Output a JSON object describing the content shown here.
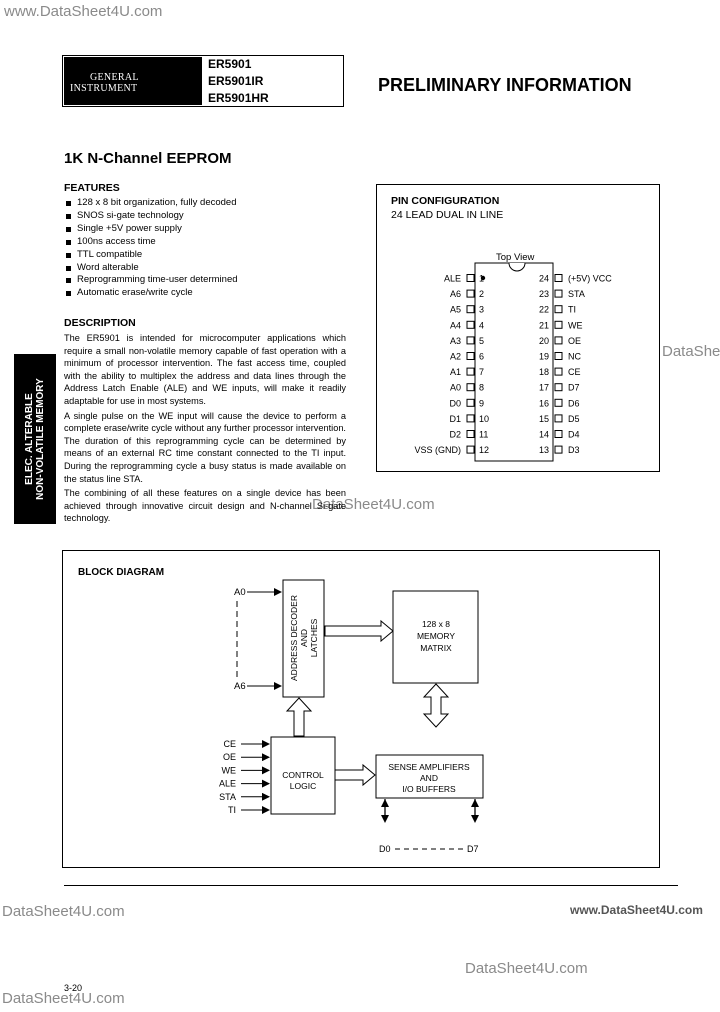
{
  "watermarks": {
    "top": "www.DataSheet4U.com",
    "right": "DataSheet",
    "middle": "DataSheet4U.com",
    "bottom_left": "DataSheet4U.com",
    "bottom_right": "www.DataSheet4U.com",
    "bottom_center": "DataSheet4U.com",
    "footer": "DataSheet4U.com"
  },
  "header": {
    "company_line1": "GENERAL",
    "company_line2": "INSTRUMENT",
    "parts": [
      "ER5901",
      "ER5901IR",
      "ER5901HR"
    ],
    "banner": "PRELIMINARY INFORMATION"
  },
  "title": "1K N-Channel EEPROM",
  "features": {
    "heading": "FEATURES",
    "items": [
      "128 x 8 bit organization, fully decoded",
      "SNOS si-gate technology",
      "Single +5V power supply",
      "100ns access time",
      "TTL compatible",
      "Word alterable",
      "Reprogramming time-user determined",
      "Automatic erase/write cycle"
    ]
  },
  "description": {
    "heading": "DESCRIPTION",
    "p1": "The ER5901 is intended for microcomputer applications which require a small non-volatile memory capable of fast operation with a minimum of processor intervention. The fast access time, coupled with the ability to multiplex the address and data lines through the Address Latch Enable (ALE) and WE inputs, will make it readily adaptable for use in most systems.",
    "p2": "A single pulse on the WE input will cause the device to perform a complete erase/write cycle without any further processor intervention. The duration of this reprogramming cycle can be determined by means of an external RC time constant connected to the TI input. During the reprogramming cycle a busy status is made available on the status line STA.",
    "p3": "The combining of all these features on a single device has been achieved through innovative circuit design and N-channel Si-gate technology."
  },
  "side_tab": {
    "line1": "ELEC. ALTERABLE",
    "line2": "NON-VOLATILE MEMORY"
  },
  "pin_config": {
    "title": "PIN CONFIGURATION",
    "subtitle": "24 LEAD DUAL IN LINE",
    "top_view": "Top View",
    "left_pins": [
      {
        "num": "1",
        "name": "ALE"
      },
      {
        "num": "2",
        "name": "A6"
      },
      {
        "num": "3",
        "name": "A5"
      },
      {
        "num": "4",
        "name": "A4"
      },
      {
        "num": "5",
        "name": "A3"
      },
      {
        "num": "6",
        "name": "A2"
      },
      {
        "num": "7",
        "name": "A1"
      },
      {
        "num": "8",
        "name": "A0"
      },
      {
        "num": "9",
        "name": "D0"
      },
      {
        "num": "10",
        "name": "D1"
      },
      {
        "num": "11",
        "name": "D2"
      },
      {
        "num": "12",
        "name": "VSS (GND)"
      }
    ],
    "right_pins": [
      {
        "num": "24",
        "name": "(+5V) VCC"
      },
      {
        "num": "23",
        "name": "STA"
      },
      {
        "num": "22",
        "name": "TI"
      },
      {
        "num": "21",
        "name": "WE"
      },
      {
        "num": "20",
        "name": "OE"
      },
      {
        "num": "19",
        "name": "NC"
      },
      {
        "num": "18",
        "name": "CE"
      },
      {
        "num": "17",
        "name": "D7"
      },
      {
        "num": "16",
        "name": "D6"
      },
      {
        "num": "15",
        "name": "D5"
      },
      {
        "num": "14",
        "name": "D4"
      },
      {
        "num": "13",
        "name": "D3"
      }
    ]
  },
  "block_diagram": {
    "title": "BLOCK DIAGRAM",
    "addr_top": "A0",
    "addr_bottom": "A6",
    "decoder_l1": "ADDRESS DECODER",
    "decoder_l2": "AND",
    "decoder_l3": "LATCHES",
    "matrix_l1": "128 x 8",
    "matrix_l2": "MEMORY",
    "matrix_l3": "MATRIX",
    "control_l1": "CONTROL",
    "control_l2": "LOGIC",
    "sense_l1": "SENSE AMPLIFIERS",
    "sense_l2": "AND",
    "sense_l3": "I/O BUFFERS",
    "control_inputs": [
      "CE",
      "OE",
      "WE",
      "ALE",
      "STA",
      "TI"
    ],
    "data_left": "D0",
    "data_right": "D7"
  },
  "page_number": "3-20"
}
